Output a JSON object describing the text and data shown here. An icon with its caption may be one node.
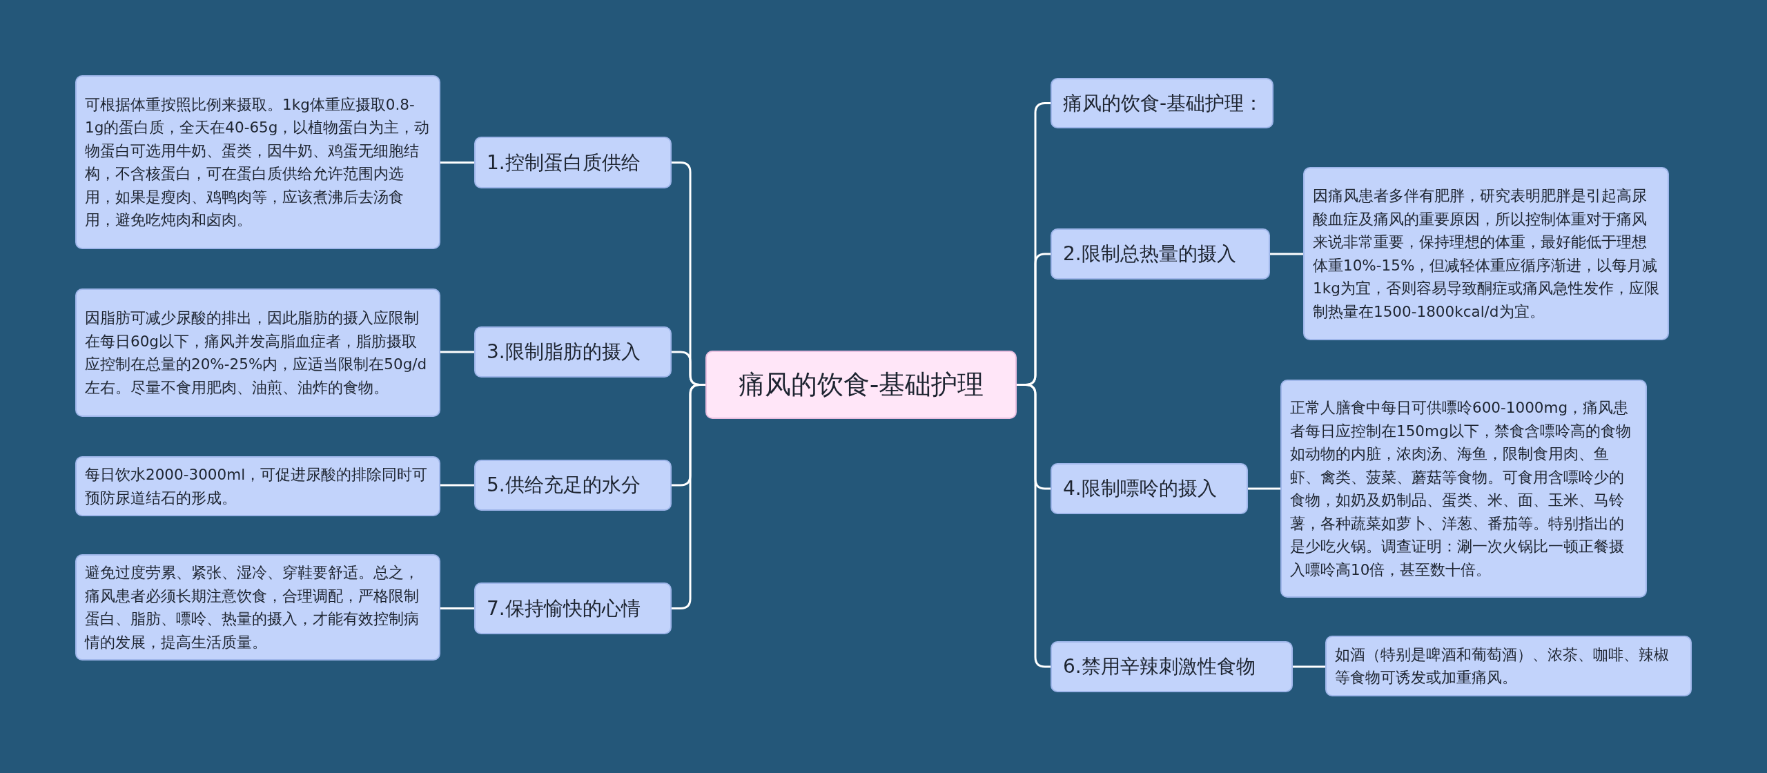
{
  "diagram": {
    "nodes": [
      {
        "text": [
          "痛风的饮食-基础护理"
        ]
      },
      {
        "text": [
          "1.控制蛋白质供给"
        ]
      },
      {
        "text": [
          "可根据体重按照比例来摄取。1kg体重应摄取0.8-1g的蛋白质，全天在40-65g，以植物蛋白为主，动物蛋白可选用牛奶、蛋类，因牛奶、鸡蛋无细胞结构，不含核蛋白，可在蛋白质供给允许范围内选用，如果是瘦肉、鸡鸭肉等，应该煮沸后去汤食用，避免吃炖肉和卤肉。"
        ]
      },
      {
        "text": [
          "3.限制脂肪的摄入"
        ]
      },
      {
        "text": [
          "因脂肪可减少尿酸的排出，因此脂肪的摄入应限制在每日60g以下，痛风并发高脂血症者，脂肪摄取应控制在总量的20%-25%内，应适当限制在50g/d左右。尽量不食用肥肉、油煎、油炸的食物。"
        ]
      },
      {
        "text": [
          "5.供给充足的水分"
        ]
      },
      {
        "text": [
          "每日饮水2000-3000ml，可促进尿酸的排除同时可预防尿道结石的形成。"
        ]
      },
      {
        "text": [
          "7.保持愉快的心情"
        ]
      },
      {
        "text": [
          "避免过度劳累、紧张、湿冷、穿鞋要舒适。总之，痛风患者必须长期注意饮食，合理调配，严格限制蛋白、脂肪、嘌呤、热量的摄入，才能有效控制病情的发展，提高生活质量。"
        ]
      },
      {
        "text": [
          "痛风的饮食-基础护理："
        ]
      },
      {
        "text": [
          "2.限制总热量的摄入"
        ]
      },
      {
        "text": [
          "因痛风患者多伴有肥胖，研究表明肥胖是引起高尿酸血症及痛风的重要原因，所以控制体重对于痛风来说非常重要，保持理想的体重，最好能低于理想体重10%-15%，但减轻体重应循序渐进，以每月减1kg为宜，否则容易导致酮症或痛风急性发作，应限制热量在1500-1800kcal/d为宜。"
        ]
      },
      {
        "text": [
          "4.限制嘌呤的摄入"
        ]
      },
      {
        "text": [
          "正常人膳食中每日可供嘌呤600-1000mg，痛风患者每日应控制在150mg以下，禁食含嘌呤高的食物如动物的内脏，浓肉汤、海鱼，限制食用肉、鱼虾、禽类、菠菜、蘑菇等食物。可食用含嘌呤少的食物，如奶及奶制品、蛋类、米、面、玉米、马铃薯，各种蔬菜如萝卜、洋葱、番茄等。特别指出的是少吃火锅。调查证明：涮一次火锅比一顿正餐摄入嘌呤高10倍，甚至数十倍。"
        ]
      },
      {
        "text": [
          "6.禁用辛辣刺激性食物"
        ]
      },
      {
        "text": [
          "如酒（特别是啤酒和葡萄酒）、浓茶、咖啡、辣椒等食物可诱发或加重痛风。"
        ]
      }
    ],
    "edges": [
      {
        "from": 0,
        "to": 1,
        "arrow": "none"
      },
      {
        "from": 1,
        "to": 2,
        "arrow": "none"
      },
      {
        "from": 0,
        "to": 3,
        "arrow": "none"
      },
      {
        "from": 3,
        "to": 4,
        "arrow": "none"
      },
      {
        "from": 0,
        "to": 5,
        "arrow": "none"
      },
      {
        "from": 5,
        "to": 6,
        "arrow": "none"
      },
      {
        "from": 0,
        "to": 7,
        "arrow": "none"
      },
      {
        "from": 7,
        "to": 8,
        "arrow": "none"
      },
      {
        "from": 0,
        "to": 9,
        "arrow": "none"
      },
      {
        "from": 0,
        "to": 10,
        "arrow": "none"
      },
      {
        "from": 10,
        "to": 11,
        "arrow": "none"
      },
      {
        "from": 0,
        "to": 12,
        "arrow": "none"
      },
      {
        "from": 12,
        "to": 13,
        "arrow": "none"
      },
      {
        "from": 0,
        "to": 14,
        "arrow": "none"
      },
      {
        "from": 14,
        "to": 15,
        "arrow": "none"
      }
    ]
  }
}
